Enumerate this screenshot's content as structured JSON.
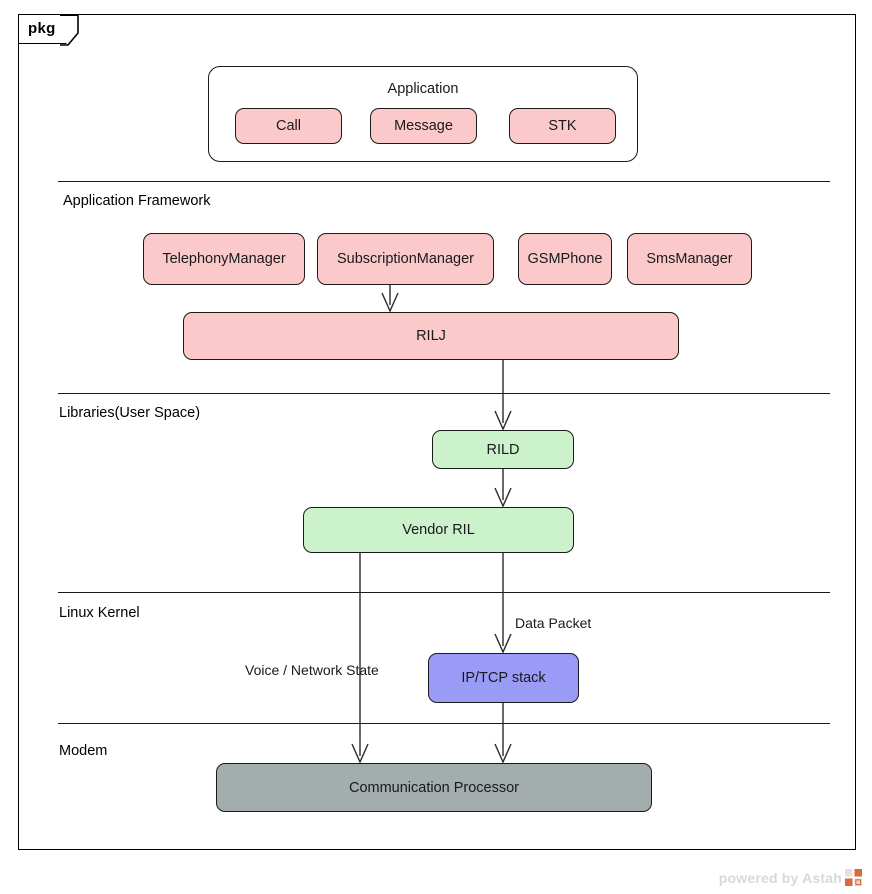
{
  "diagram": {
    "package_label": "pkg",
    "watermark_text": "powered by Astah",
    "watermark_icon": "astah-logo-icon"
  },
  "colors": {
    "pink": "#fbc9c9",
    "green": "#ccf2cc",
    "blue": "#9a9af7",
    "gray": "#a4adad",
    "stroke": "#1a1a1a",
    "watermark": "#d8d8d8"
  },
  "layers": [
    {
      "label": "Application Framework"
    },
    {
      "label": "Libraries(User Space)"
    },
    {
      "label": "Linux Kernel"
    },
    {
      "label": "Modem"
    }
  ],
  "application_group": {
    "title": "Application",
    "items": [
      {
        "label": "Call"
      },
      {
        "label": "Message"
      },
      {
        "label": "STK"
      }
    ]
  },
  "framework_nodes": [
    {
      "label": "TelephonyManager"
    },
    {
      "label": "SubscriptionManager"
    },
    {
      "label": "GSMPhone"
    },
    {
      "label": "SmsManager"
    }
  ],
  "nodes": {
    "rilj": "RILJ",
    "rild": "RILD",
    "vendor_ril": "Vendor RIL",
    "ip_tcp_stack": "IP/TCP stack",
    "communication_processor": "Communication Processor"
  },
  "edge_labels": {
    "data_packet": "Data Packet",
    "voice_network_state": "Voice / Network State"
  }
}
